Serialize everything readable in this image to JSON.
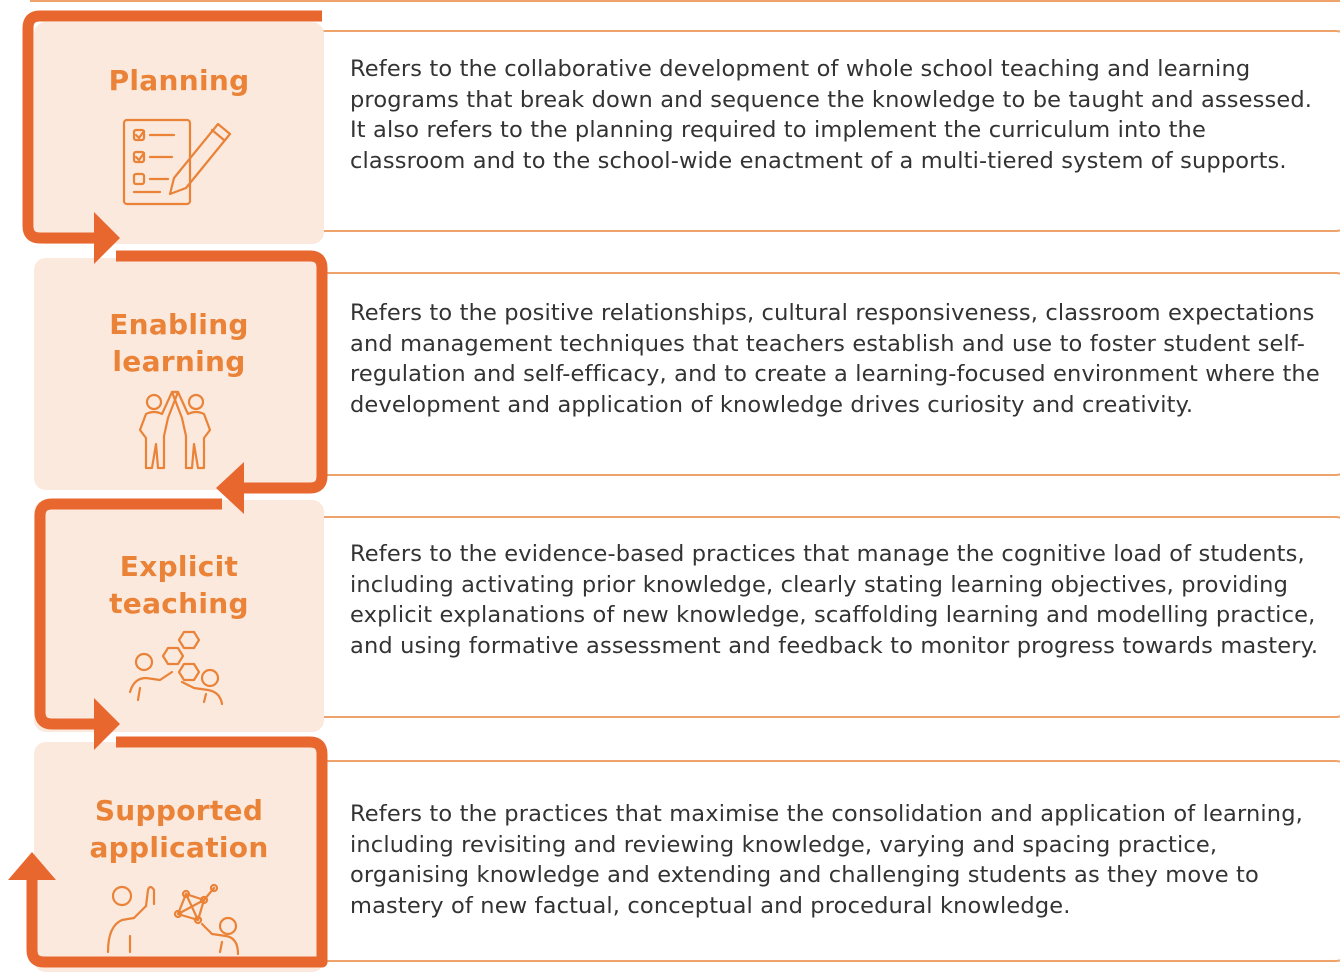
{
  "colors": {
    "accent": "#E8672E",
    "title_orange": "#EA8237",
    "panel_peach": "#FBE9DD",
    "box_border": "#EEA36B",
    "text": "#333333"
  },
  "stages": [
    {
      "title_lines": [
        "Planning"
      ],
      "icon": "checklist-pencil-icon",
      "description": "Refers to the collaborative development of whole school teaching and learning programs that break down and sequence the knowledge  to be taught and assessed. It also refers to the planning required to implement the curriculum into the classroom and to the school-wide enactment of a multi-tiered system of supports."
    },
    {
      "title_lines": [
        "Enabling",
        "learning"
      ],
      "icon": "high-five-people-icon",
      "description": "Refers to the positive relationships, cultural responsiveness, classroom expectations and management techniques that teachers establish and use to foster student self-regulation and self-efficacy, and to create a learning-focused environment where the development and application of knowledge drives curiosity and creativity."
    },
    {
      "title_lines": [
        "Explicit",
        "teaching"
      ],
      "icon": "people-hexagons-icon",
      "description": "Refers to the evidence-based practices that manage the cognitive load of students, including activating prior knowledge, clearly stating learning objectives, providing explicit explanations of new knowledge, scaffolding learning and modelling practice, and using formative assessment and feedback to monitor progress towards mastery."
    },
    {
      "title_lines": [
        "Supported",
        "application"
      ],
      "icon": "people-network-icon",
      "description": "Refers to the practices that maximise the consolidation and application of learning, including revisiting and reviewing knowledge, varying and spacing practice, organising knowledge and extending and challenging students as they move to mastery of new factual, conceptual and procedural knowledge."
    }
  ]
}
